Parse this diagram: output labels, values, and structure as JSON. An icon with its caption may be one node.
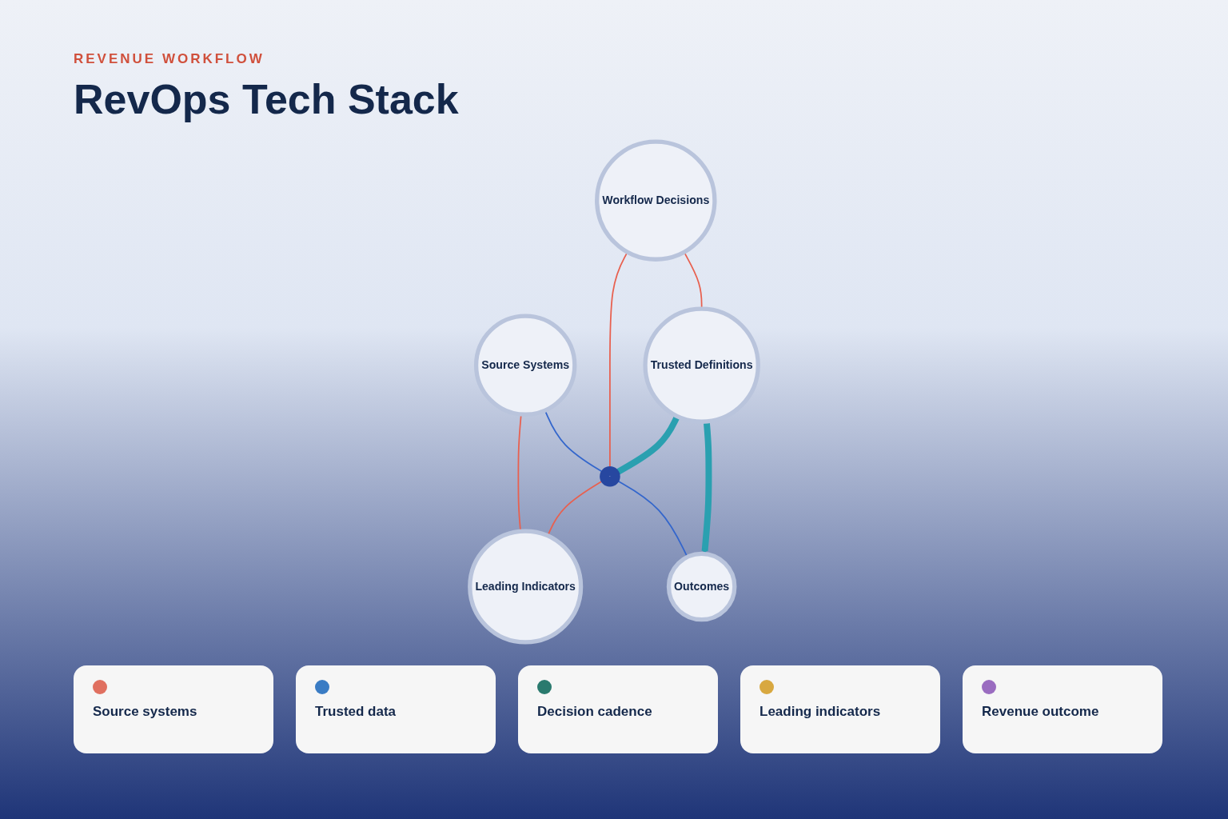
{
  "diagram": {
    "title": "RevOps Tech Stack",
    "nodes": [
      {
        "text": [
          "Source Systems"
        ]
      },
      {
        "text": [
          "Leading Indicators"
        ]
      },
      {
        "text": [],
        "shape": "circle"
      },
      {
        "text": [
          "Workflow Decisions"
        ]
      },
      {
        "text": [
          "Outcomes"
        ]
      },
      {
        "text": [
          "Trusted Definitions"
        ]
      }
    ],
    "edges": [
      {
        "from": 0,
        "to": 1,
        "arrow": "none",
        "color": "#e8604f"
      },
      {
        "from": 0,
        "to": 2,
        "arrow": "none",
        "color": "#3366cc"
      },
      {
        "from": 2,
        "to": 1,
        "arrow": "none",
        "color": "#e8604f"
      },
      {
        "from": 3,
        "to": 2,
        "arrow": "none",
        "color": "#e8604f"
      },
      {
        "from": 2,
        "to": 4,
        "arrow": "none",
        "color": "#3366cc"
      },
      {
        "from": 3,
        "to": 5,
        "arrow": "none",
        "color": "#e8604f"
      },
      {
        "from": 5,
        "to": 2,
        "arrow": "to",
        "style": "thick",
        "color": "#2aa0b0"
      },
      {
        "from": 5,
        "to": 4,
        "arrow": "to",
        "style": "thick",
        "color": "#2aa0b0"
      }
    ],
    "labels": [
      "REVENUE WORKFLOW"
    ],
    "legend": [
      {
        "text": "Source systems",
        "color": "#e07060"
      },
      {
        "text": "Trusted data",
        "color": "#3a7cc4"
      },
      {
        "text": "Decision cadence",
        "color": "#2a7a6e"
      },
      {
        "text": "Leading indicators",
        "color": "#d8a840"
      },
      {
        "text": "Revenue outcome",
        "color": "#9a6cc0"
      }
    ]
  }
}
